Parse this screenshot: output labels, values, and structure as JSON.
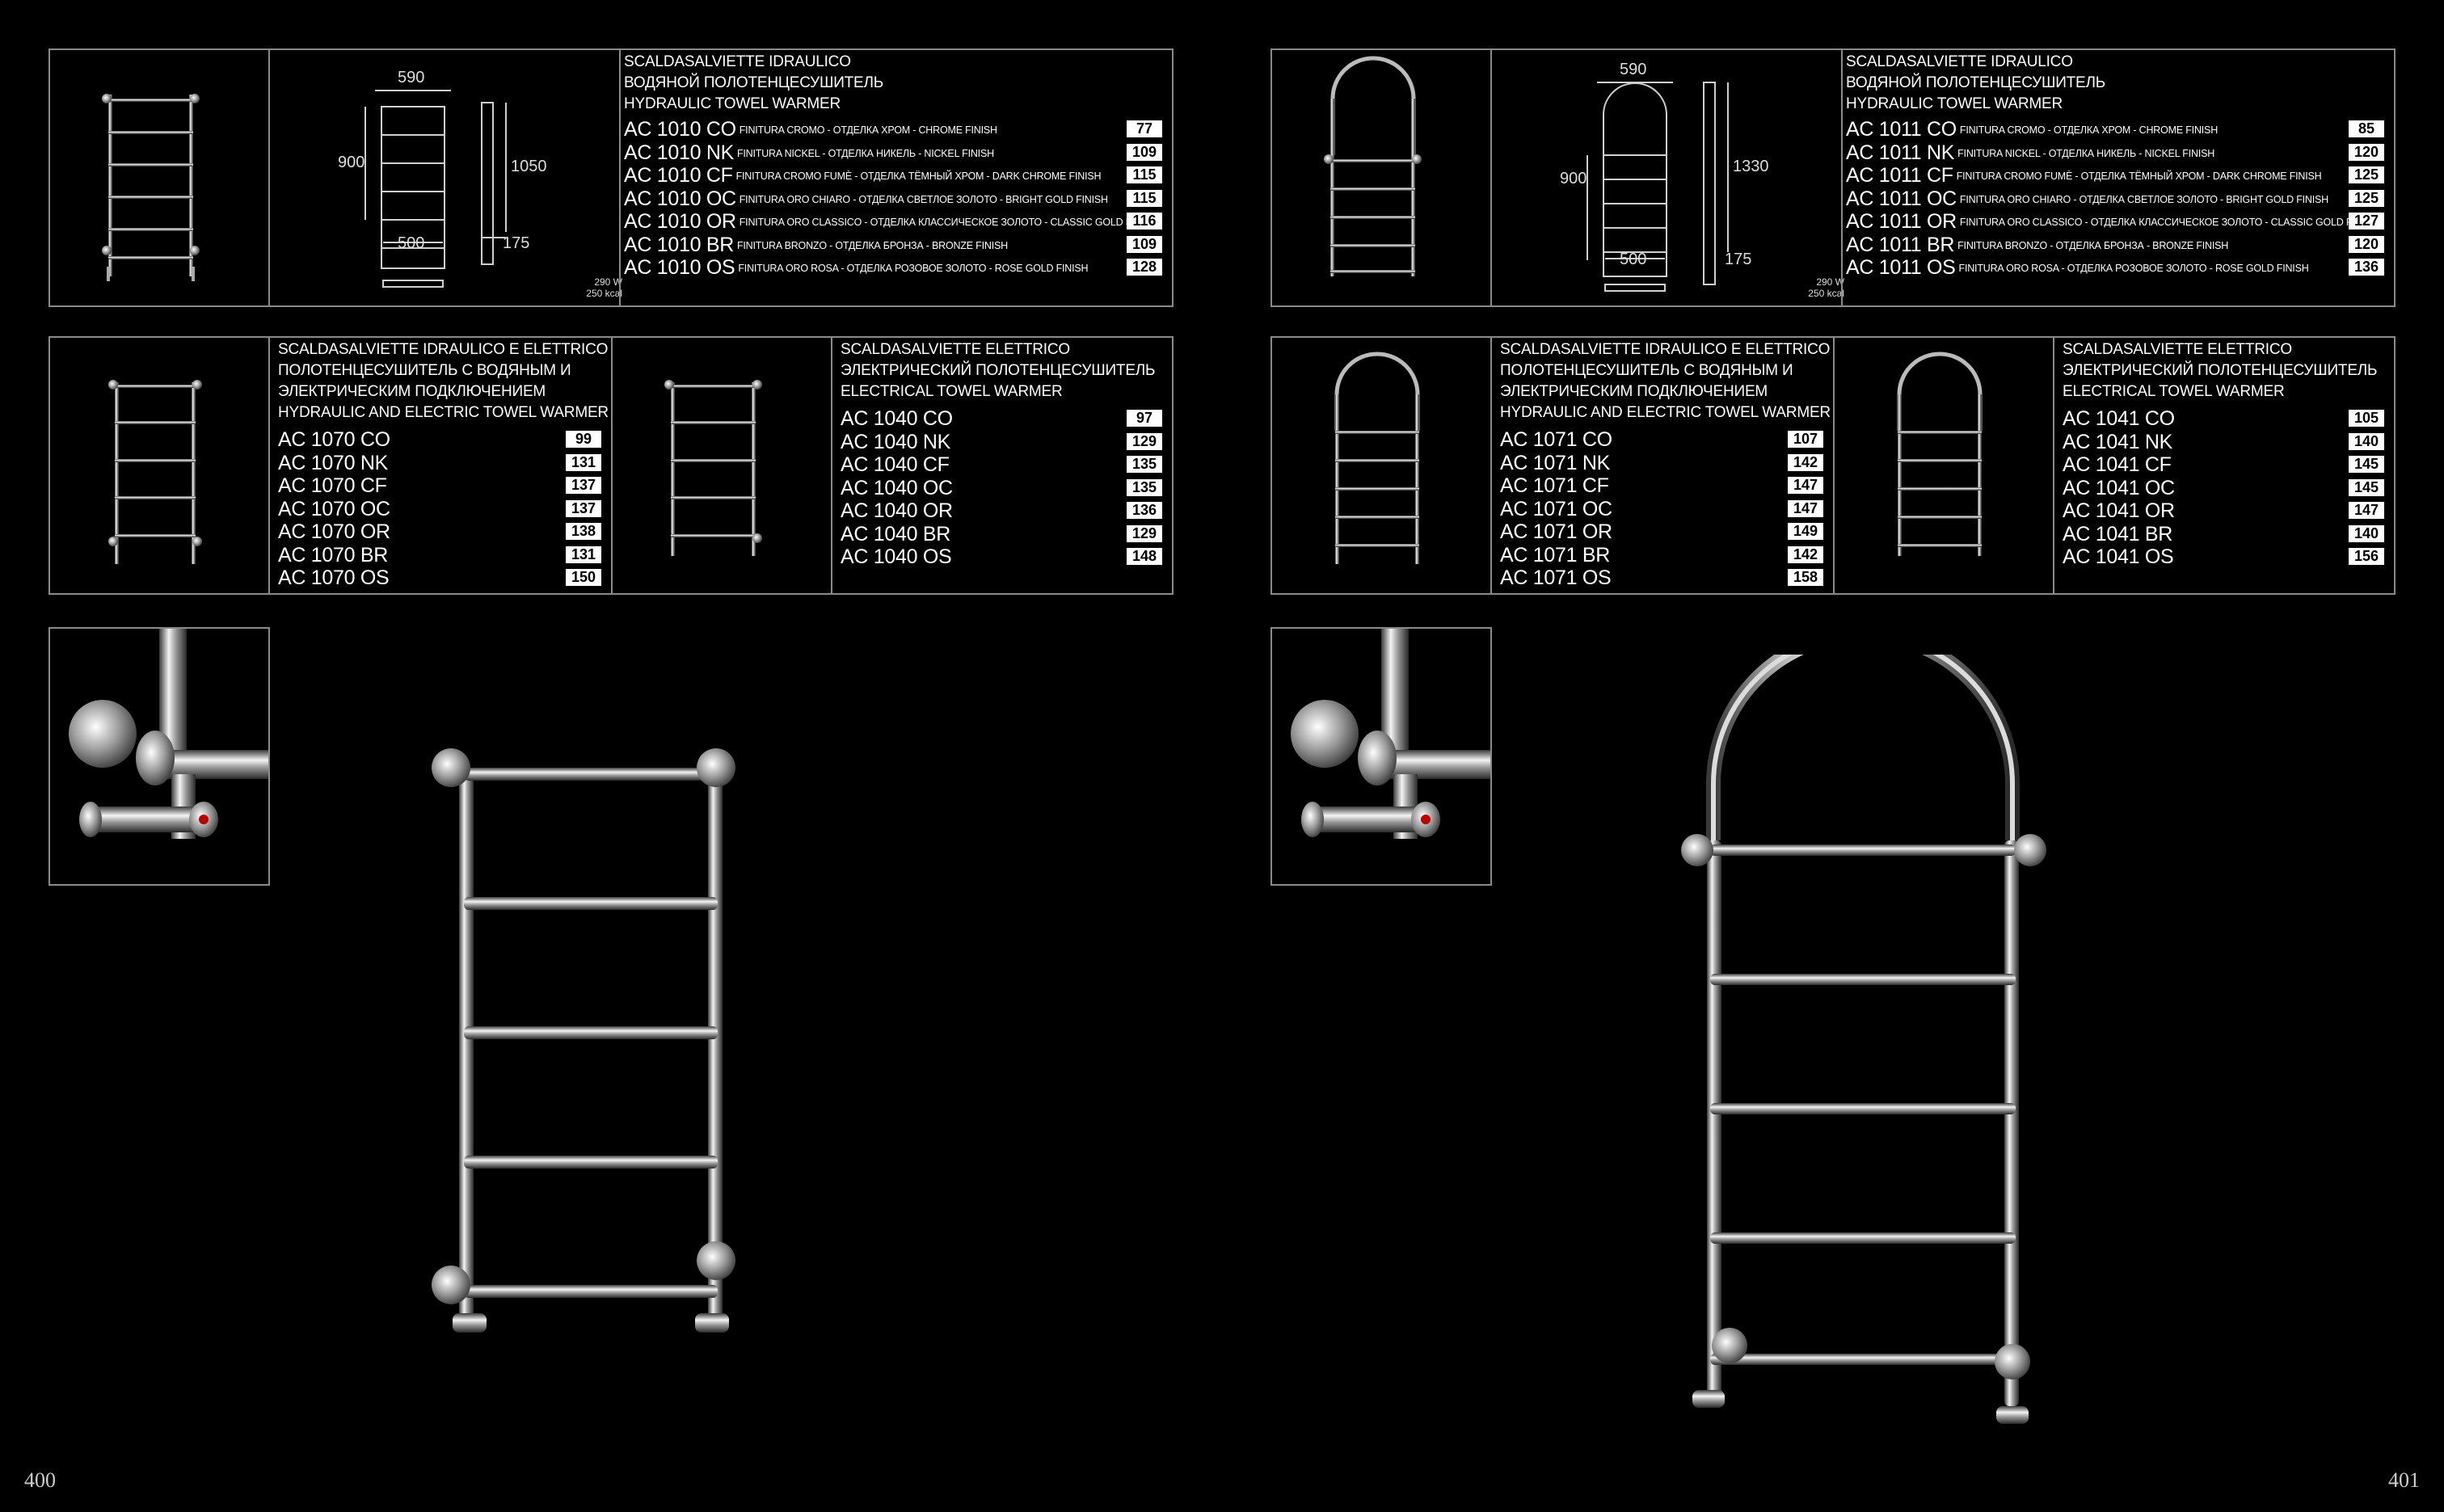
{
  "left_page": {
    "hydraulic": {
      "title_it": "SCALDASALVIETTE IDRAULICO",
      "title_ru": "ВОДЯНОЙ ПОЛОТЕНЦЕСУШИТЕЛЬ",
      "title_en": "HYDRAULIC TOWEL WARMER",
      "dims": {
        "w_top": "590",
        "h_left": "900",
        "h_right": "1050",
        "w_bottom": "500",
        "depth": "175"
      },
      "power": "290 W",
      "kcal": "250 kcal",
      "rows": [
        {
          "code": "AC 1010 CO",
          "finish": "FINITURA CROMO - ОТДЕЛКА ХРОМ - CHROME FINISH",
          "price": "77"
        },
        {
          "code": "AC 1010 NK",
          "finish": "FINITURA NICKEL - ОТДЕЛКА НИКЕЛЬ - NICKEL FINISH",
          "price": "109"
        },
        {
          "code": "AC 1010 CF",
          "finish": "FINITURA CROMO FUMÈ - ОТДЕЛКА ТЁМНЫЙ ХРОМ - DARK CHROME FINISH",
          "price": "115"
        },
        {
          "code": "AC 1010 OC",
          "finish": "FINITURA ORO CHIARO - ОТДЕЛКА СВЕТЛОЕ ЗОЛОТО - BRIGHT GOLD FINISH",
          "price": "115"
        },
        {
          "code": "AC 1010 OR",
          "finish": "FINITURA ORO CLASSICO - ОТДЕЛКА КЛАССИЧЕСКОЕ ЗОЛОТО - CLASSIC GOLD FINISH",
          "price": "116"
        },
        {
          "code": "AC 1010 BR",
          "finish": "FINITURA BRONZO - ОТДЕЛКА БРОНЗА - BRONZE FINISH",
          "price": "109"
        },
        {
          "code": "AC 1010 OS",
          "finish": "FINITURA ORO ROSA - ОТДЕЛКА РОЗОВОЕ ЗОЛОТО - ROSE GOLD FINISH",
          "price": "128"
        }
      ]
    },
    "mixed": {
      "title_it": "SCALDASALVIETTE IDRAULICO E ELETTRICO",
      "title_ru1": "ПОЛОТЕНЦЕСУШИТЕЛЬ С ВОДЯНЫМ И",
      "title_ru2": "ЭЛЕКТРИЧЕСКИМ ПОДКЛЮЧЕНИЕМ",
      "title_en": "HYDRAULIC AND ELECTRIC TOWEL WARMER",
      "rows": [
        {
          "code": "AC 1070 CO",
          "price": "99"
        },
        {
          "code": "AC 1070 NK",
          "price": "131"
        },
        {
          "code": "AC 1070 CF",
          "price": "137"
        },
        {
          "code": "AC 1070 OC",
          "price": "137"
        },
        {
          "code": "AC 1070 OR",
          "price": "138"
        },
        {
          "code": "AC 1070 BR",
          "price": "131"
        },
        {
          "code": "AC 1070 OS",
          "price": "150"
        }
      ]
    },
    "electric": {
      "title_it": "SCALDASALVIETTE ELETTRICO",
      "title_ru": "ЭЛЕКТРИЧЕСКИЙ ПОЛОТЕНЦЕСУШИТЕЛЬ",
      "title_en": "ELECTRICAL TOWEL WARMER",
      "rows": [
        {
          "code": "AC 1040 CO",
          "price": "97"
        },
        {
          "code": "AC 1040 NK",
          "price": "129"
        },
        {
          "code": "AC 1040 CF",
          "price": "135"
        },
        {
          "code": "AC 1040 OC",
          "price": "135"
        },
        {
          "code": "AC 1040 OR",
          "price": "136"
        },
        {
          "code": "AC 1040 BR",
          "price": "129"
        },
        {
          "code": "AC 1040 OS",
          "price": "148"
        }
      ]
    },
    "page_number": "400"
  },
  "right_page": {
    "hydraulic": {
      "title_it": "SCALDASALVIETTE IDRAULICO",
      "title_ru": "ВОДЯНОЙ ПОЛОТЕНЦЕСУШИТЕЛЬ",
      "title_en": "HYDRAULIC TOWEL WARMER",
      "dims": {
        "w_top": "590",
        "h_left": "900",
        "h_right": "1330",
        "w_bottom": "500",
        "depth": "175"
      },
      "power": "290 W",
      "kcal": "250 kcal",
      "rows": [
        {
          "code": "AC 1011 CO",
          "finish": "FINITURA CROMO - ОТДЕЛКА ХРОМ - CHROME FINISH",
          "price": "85"
        },
        {
          "code": "AC 1011 NK",
          "finish": "FINITURA NICKEL - ОТДЕЛКА НИКЕЛЬ - NICKEL FINISH",
          "price": "120"
        },
        {
          "code": "AC 1011 CF",
          "finish": "FINITURA CROMO FUMÈ - ОТДЕЛКА ТЁМНЫЙ ХРОМ - DARK CHROME FINISH",
          "price": "125"
        },
        {
          "code": "AC 1011 OC",
          "finish": "FINITURA ORO CHIARO - ОТДЕЛКА СВЕТЛОЕ ЗОЛОТО - BRIGHT GOLD FINISH",
          "price": "125"
        },
        {
          "code": "AC 1011 OR",
          "finish": "FINITURA ORO CLASSICO - ОТДЕЛКА КЛАССИЧЕСКОЕ ЗОЛОТО - CLASSIC GOLD FINISH",
          "price": "127"
        },
        {
          "code": "AC 1011 BR",
          "finish": "FINITURA BRONZO - ОТДЕЛКА БРОНЗА - BRONZE FINISH",
          "price": "120"
        },
        {
          "code": "AC 1011 OS",
          "finish": "FINITURA ORO ROSA - ОТДЕЛКА РОЗОВОЕ ЗОЛОТО - ROSE GOLD FINISH",
          "price": "136"
        }
      ]
    },
    "mixed": {
      "title_it": "SCALDASALVIETTE IDRAULICO E ELETTRICO",
      "title_ru1": "ПОЛОТЕНЦЕСУШИТЕЛЬ С ВОДЯНЫМ И",
      "title_ru2": "ЭЛЕКТРИЧЕСКИМ ПОДКЛЮЧЕНИЕМ",
      "title_en": "HYDRAULIC AND ELECTRIC TOWEL WARMER",
      "rows": [
        {
          "code": "AC 1071 CO",
          "price": "107"
        },
        {
          "code": "AC 1071 NK",
          "price": "142"
        },
        {
          "code": "AC 1071 CF",
          "price": "147"
        },
        {
          "code": "AC 1071 OC",
          "price": "147"
        },
        {
          "code": "AC 1071 OR",
          "price": "149"
        },
        {
          "code": "AC 1071 BR",
          "price": "142"
        },
        {
          "code": "AC 1071 OS",
          "price": "158"
        }
      ]
    },
    "electric": {
      "title_it": "SCALDASALVIETTE ELETTRICO",
      "title_ru": "ЭЛЕКТРИЧЕСКИЙ ПОЛОТЕНЦЕСУШИТЕЛЬ",
      "title_en": "ELECTRICAL TOWEL WARMER",
      "rows": [
        {
          "code": "AC 1041 CO",
          "price": "105"
        },
        {
          "code": "AC 1041 NK",
          "price": "140"
        },
        {
          "code": "AC 1041 CF",
          "price": "145"
        },
        {
          "code": "AC 1041 OC",
          "price": "145"
        },
        {
          "code": "AC 1041 OR",
          "price": "147"
        },
        {
          "code": "AC 1041 BR",
          "price": "140"
        },
        {
          "code": "AC 1041 OS",
          "price": "156"
        }
      ]
    },
    "page_number": "401"
  }
}
